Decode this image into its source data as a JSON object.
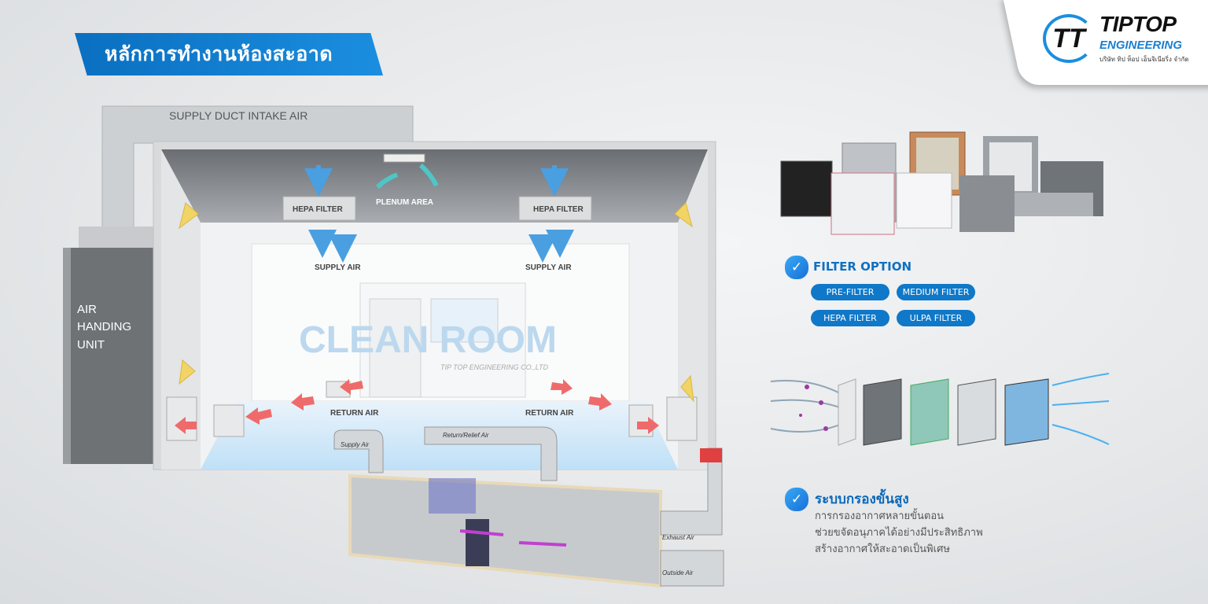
{
  "title": "หลักการทำงานห้องสะอาด",
  "logo": {
    "brand": "TIPTOP",
    "brand_line2": "ENGINEERING",
    "tagline": "บริษัท ทิป ท็อป เอ็นจิเนียริ่ง จำกัด",
    "mark": "TT"
  },
  "diagram": {
    "supply_duct": "SUPPLY DUCT INTAKE AIR",
    "ahu": [
      "AIR",
      "HANDING",
      "UNIT"
    ],
    "hepa_left": "HEPA FILTER",
    "hepa_right": "HEPA FILTER",
    "plenum": "PLENUM AREA",
    "supply_left": "SUPPLY AIR",
    "supply_right": "SUPPLY AIR",
    "return_left": "RETURN AIR",
    "return_right": "RETURN AIR",
    "watermark": "CLEAN ROOM",
    "watermark_sub": "TIP TOP ENGINEERING CO.,LTD",
    "ahu_cutaway": {
      "supply": "Supply Air",
      "return": "Return/Relief Air",
      "exhaust": "Exhaust Air",
      "outside": "Outside Air"
    }
  },
  "filter_option": {
    "title": "FILTER OPTION",
    "options": [
      "PRE-FILTER",
      "MEDIUM FILTER",
      "HEPA FILTER",
      "ULPA FILTER"
    ]
  },
  "advanced": {
    "title": "ระบบกรองขั้นสูง",
    "lines": [
      "การกรองอากาศหลายขั้นตอน",
      "ช่วยขจัดอนุภาคได้อย่างมีประสิทธิภาพ",
      "สร้างอากาศให้สะอาดเป็นพิเศษ"
    ]
  },
  "colors": {
    "accent": "#0f78c8",
    "supply_arrow": "#4a9fe0",
    "return_arrow": "#ee6a6a",
    "up_arrow": "#f0d060"
  }
}
